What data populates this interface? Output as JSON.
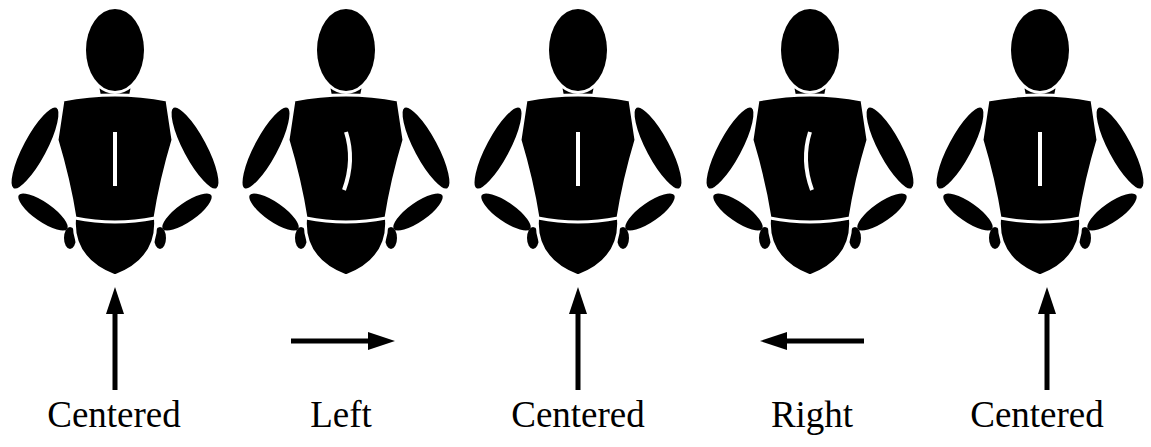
{
  "diagram": {
    "labels": [
      "Centered",
      "Left",
      "Centered",
      "Right",
      "Centered"
    ]
  }
}
